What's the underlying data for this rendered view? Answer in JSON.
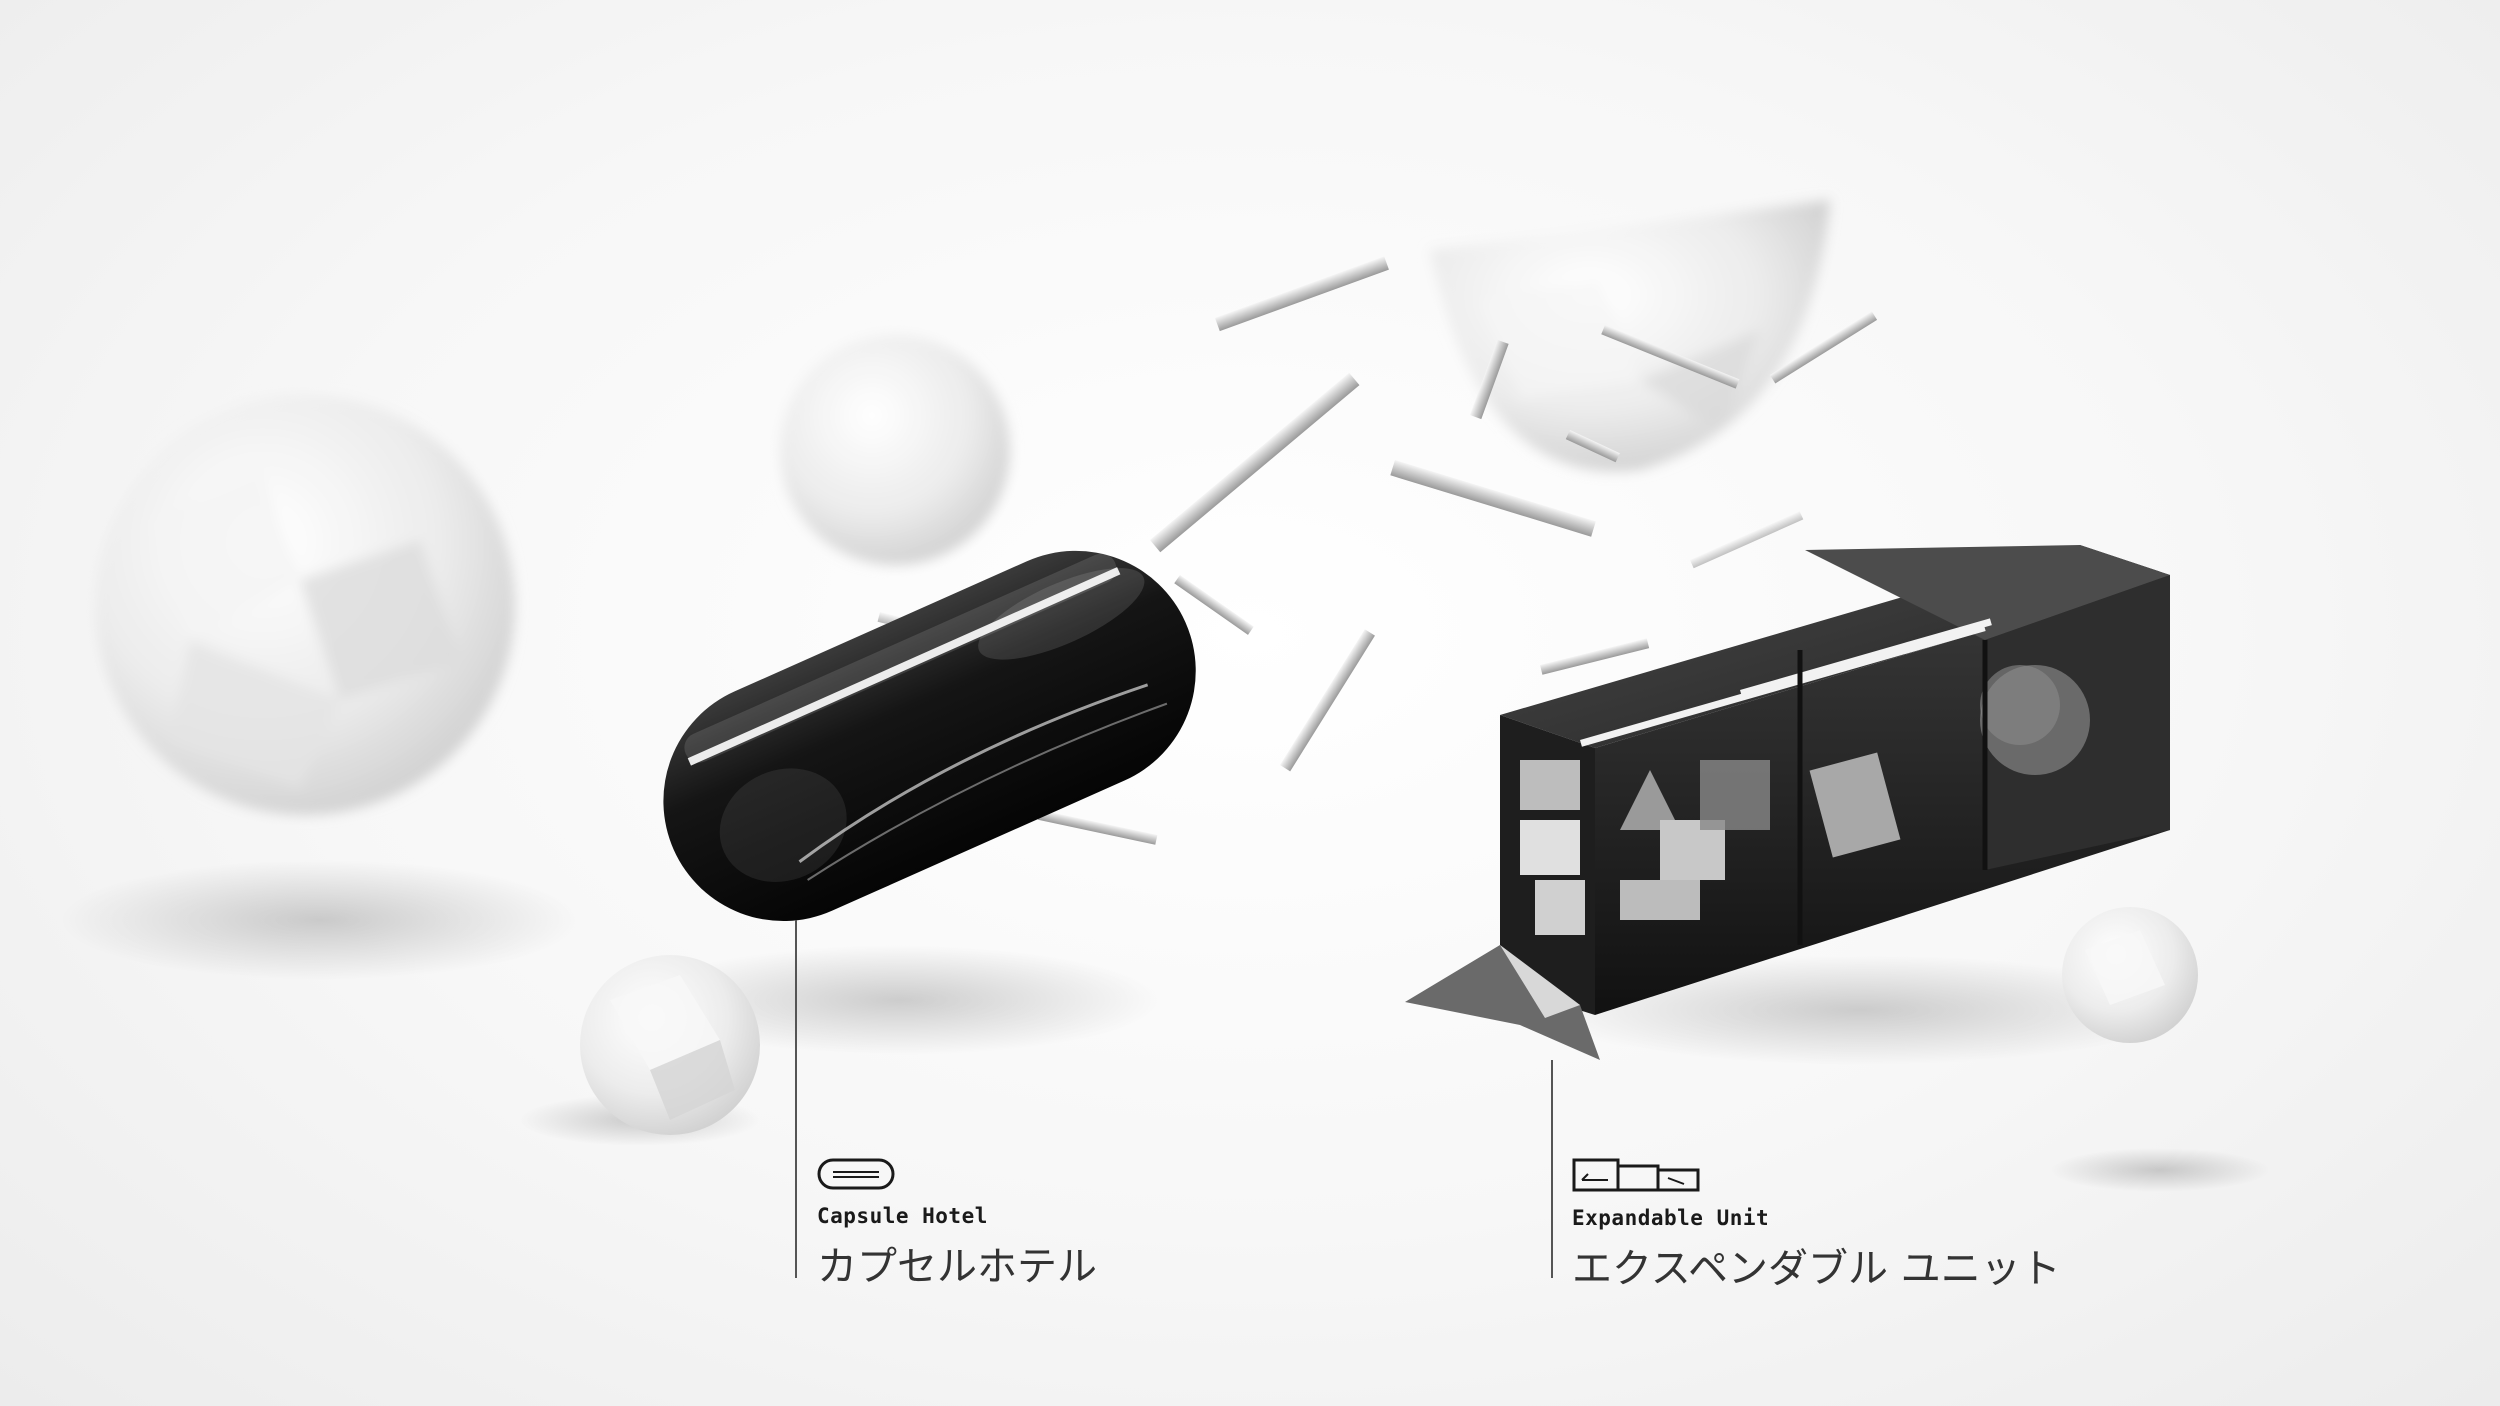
{
  "labels": {
    "capsule_hotel": {
      "title_en": "Capsule Hotel",
      "title_jp": "カプセルホテル",
      "icon": "capsule-icon"
    },
    "expandable_unit": {
      "title_en": "Expandable Unit",
      "title_jp": "エクスペンダブル ユニット",
      "icon": "expandable-modules-icon"
    }
  },
  "colors": {
    "background": "#f4f4f4",
    "capsule": "#1b1b1b",
    "unit": "#2a2a2a",
    "spheres": "#e9e9e9",
    "text": "#1a1a1a"
  }
}
